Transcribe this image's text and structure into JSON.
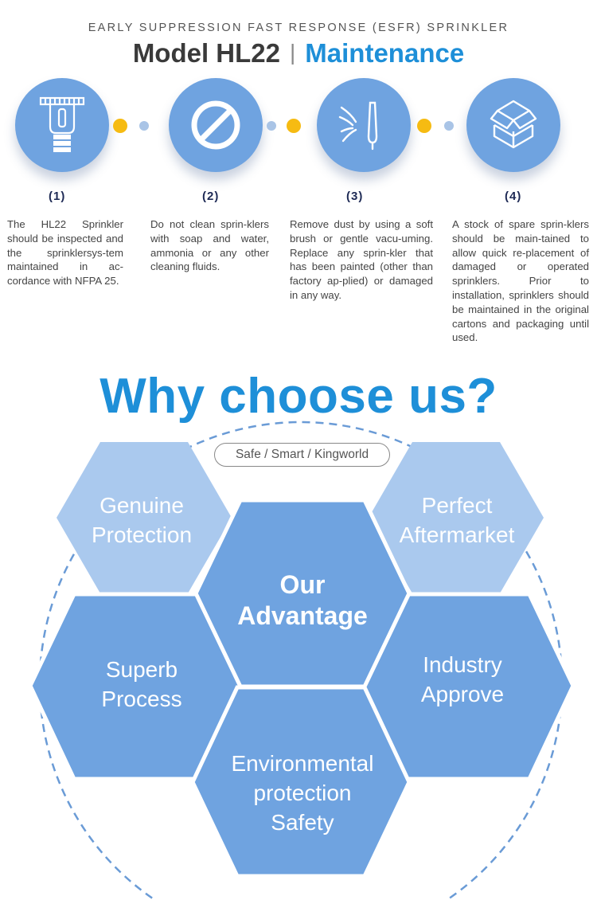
{
  "header": {
    "subtitle": "EARLY SUPPRESSION FAST RESPONSE (ESFR) SPRINKLER",
    "model": "Model HL22",
    "separator": "|",
    "section": "Maintenance"
  },
  "colors": {
    "accent": "#1e8fd8",
    "circle": "#6fa3e0",
    "dot_yellow": "#f6bb12",
    "dot_blue": "#a9c4e6",
    "hex_light": "#aac9ee",
    "hex_dark": "#6fa3e0"
  },
  "steps": [
    {
      "icon": "sprinkler-icon",
      "number": "(1)",
      "text": "The HL22 Sprinkler should be inspected and the sprinklersys-tem maintained in ac-cordance with NFPA 25."
    },
    {
      "icon": "prohibited-icon",
      "number": "(2)",
      "text": "Do not clean sprin-klers with soap and water, ammonia or any other cleaning fluids."
    },
    {
      "icon": "brush-icon",
      "number": "(3)",
      "text": "Remove dust by using a soft brush or gentle vacu-uming. Replace any sprin-kler that has been painted (other than factory ap-plied) or damaged in any way."
    },
    {
      "icon": "boxes-icon",
      "number": "(4)",
      "text": "A stock of spare sprin-klers should be main-tained to allow quick re-placement of damaged or operated sprinklers. Prior to installation, sprinklers should be maintained in the original cartons and packaging until used."
    }
  ],
  "why": {
    "heading": "Why choose us?",
    "tagline": "Safe / Smart / Kingworld",
    "center": [
      "Our",
      "Advantage"
    ],
    "items": [
      [
        "Genuine",
        "Protection"
      ],
      [
        "Perfect",
        "Aftermarket"
      ],
      [
        "Superb",
        "Process"
      ],
      [
        "Industry",
        "Approve"
      ],
      [
        "Environmental",
        "protection",
        "Safety"
      ]
    ]
  }
}
